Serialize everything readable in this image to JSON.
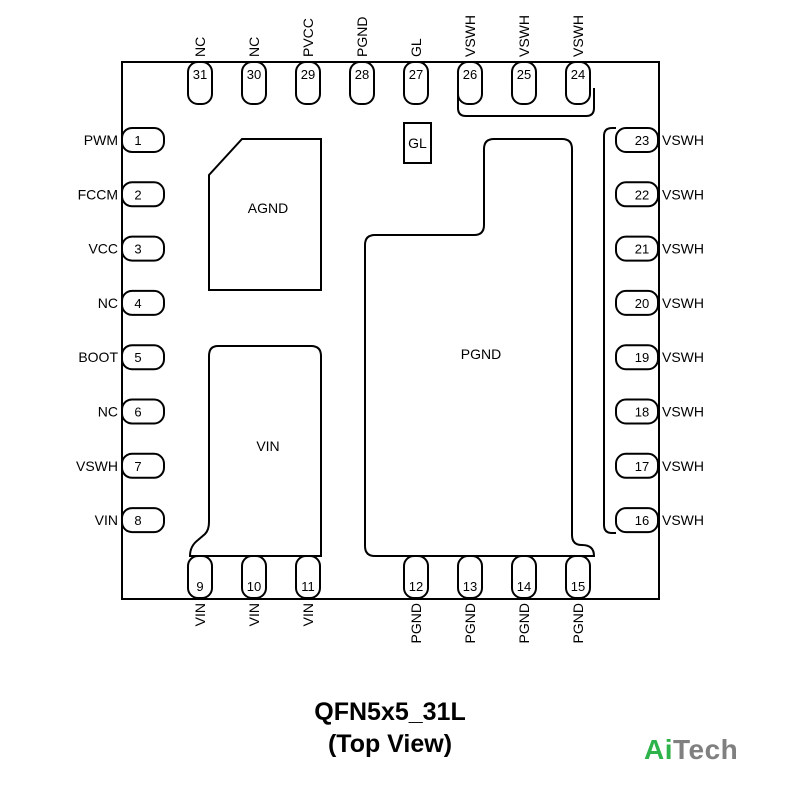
{
  "package": {
    "title": "QFN5x5_31L",
    "subtitle": "(Top View)"
  },
  "brand": {
    "part1": "Ai",
    "part2": "Tech",
    "color1": "#2db34a",
    "color2": "#808080"
  },
  "pads": {
    "agnd": "AGND",
    "gl": "GL",
    "vin": "VIN",
    "pgnd": "PGND"
  },
  "pins": {
    "left": [
      {
        "num": "1",
        "label": "PWM"
      },
      {
        "num": "2",
        "label": "FCCM"
      },
      {
        "num": "3",
        "label": "VCC"
      },
      {
        "num": "4",
        "label": "NC"
      },
      {
        "num": "5",
        "label": "BOOT"
      },
      {
        "num": "6",
        "label": "NC"
      },
      {
        "num": "7",
        "label": "VSWH"
      },
      {
        "num": "8",
        "label": "VIN"
      }
    ],
    "bottom": [
      {
        "num": "9",
        "label": "VIN"
      },
      {
        "num": "10",
        "label": "VIN"
      },
      {
        "num": "11",
        "label": "VIN"
      },
      {
        "num": "12",
        "label": "PGND"
      },
      {
        "num": "13",
        "label": "PGND"
      },
      {
        "num": "14",
        "label": "PGND"
      },
      {
        "num": "15",
        "label": "PGND"
      }
    ],
    "right": [
      {
        "num": "16",
        "label": "VSWH"
      },
      {
        "num": "17",
        "label": "VSWH"
      },
      {
        "num": "18",
        "label": "VSWH"
      },
      {
        "num": "19",
        "label": "VSWH"
      },
      {
        "num": "20",
        "label": "VSWH"
      },
      {
        "num": "21",
        "label": "VSWH"
      },
      {
        "num": "22",
        "label": "VSWH"
      },
      {
        "num": "23",
        "label": "VSWH"
      }
    ],
    "top": [
      {
        "num": "24",
        "label": "VSWH"
      },
      {
        "num": "25",
        "label": "VSWH"
      },
      {
        "num": "26",
        "label": "VSWH"
      },
      {
        "num": "27",
        "label": "GL"
      },
      {
        "num": "28",
        "label": "PGND"
      },
      {
        "num": "29",
        "label": "PVCC"
      },
      {
        "num": "30",
        "label": "NC"
      },
      {
        "num": "31",
        "label": "NC"
      }
    ]
  }
}
